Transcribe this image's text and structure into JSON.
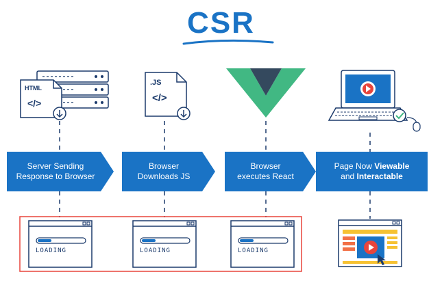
{
  "title": "CSR",
  "steps": [
    {
      "lines": [
        "Server Sending",
        "Response to Browser"
      ]
    },
    {
      "lines": [
        "Browser",
        "Downloads JS"
      ]
    },
    {
      "lines": [
        "Browser",
        "executes React"
      ]
    },
    {
      "line1": {
        "prefix": "Page Now ",
        "bold": "Viewable"
      },
      "line2": {
        "prefix": "and ",
        "bold": "Interactable"
      }
    }
  ],
  "icons": {
    "html_doc_label": "HTML",
    "html_doc_code": "</>",
    "js_doc_label": ".JS",
    "js_doc_code": "</>",
    "loading_text": "LOADING"
  },
  "colors": {
    "title": "#1a73c5",
    "step_fill": "#1a73c5",
    "outline": "#1b3a6b",
    "vue_green": "#41b883",
    "vue_dark": "#34495e",
    "loading_frame": "#e8453c",
    "loading_bar": "#1a73c5",
    "accent_orange": "#f27046",
    "accent_yellow": "#f6c232"
  }
}
